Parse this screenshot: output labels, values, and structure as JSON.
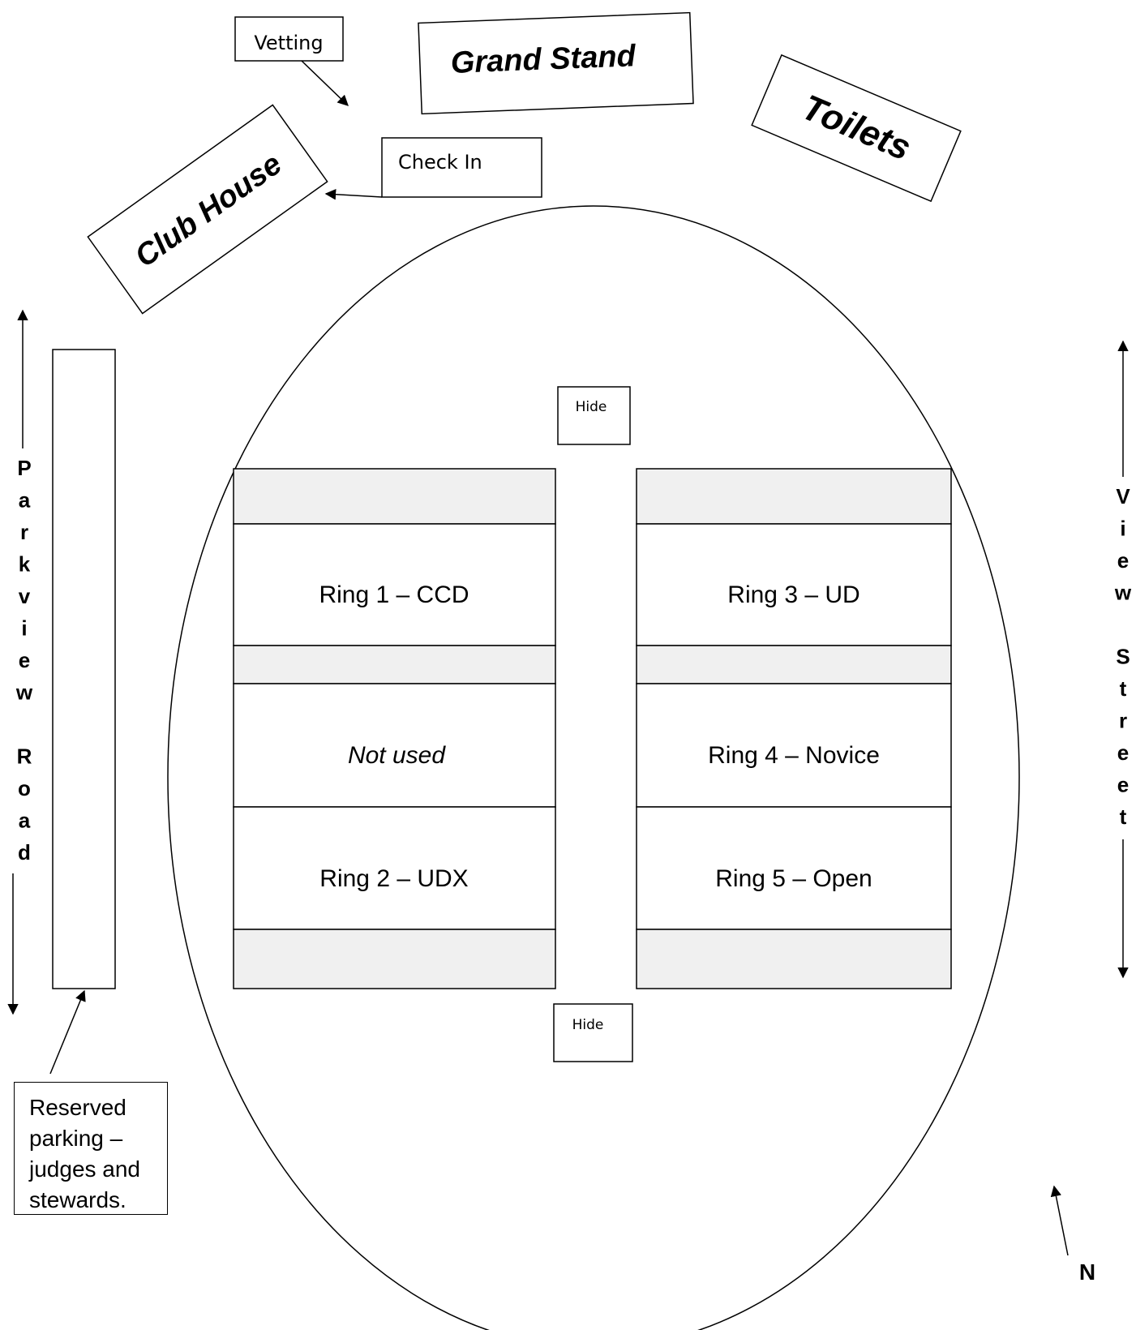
{
  "labels": {
    "vetting": "Vetting",
    "grand_stand": "Grand Stand",
    "toilets": "Toilets",
    "check_in": "Check In",
    "club_house": "Club House",
    "hide_top": "Hide",
    "hide_bottom": "Hide",
    "north": "N"
  },
  "rings": {
    "ring1": "Ring 1 – CCD",
    "not_used": "Not used",
    "ring2": "Ring 2 – UDX",
    "ring3": "Ring 3 – UD",
    "ring4": "Ring 4 – Novice",
    "ring5": "Ring 5 – Open"
  },
  "roads": {
    "left": [
      "P",
      "a",
      "r",
      "k",
      "v",
      "i",
      "e",
      "w",
      "",
      "R",
      "o",
      "a",
      "d"
    ],
    "right": [
      "V",
      "i",
      "e",
      "w",
      "",
      "S",
      "t",
      "r",
      "e",
      "e",
      "t"
    ]
  },
  "reserved_parking": "Reserved parking – judges and stewards.",
  "colors": {
    "ring_stripe": "#f0f0f0",
    "line": "#000000"
  }
}
